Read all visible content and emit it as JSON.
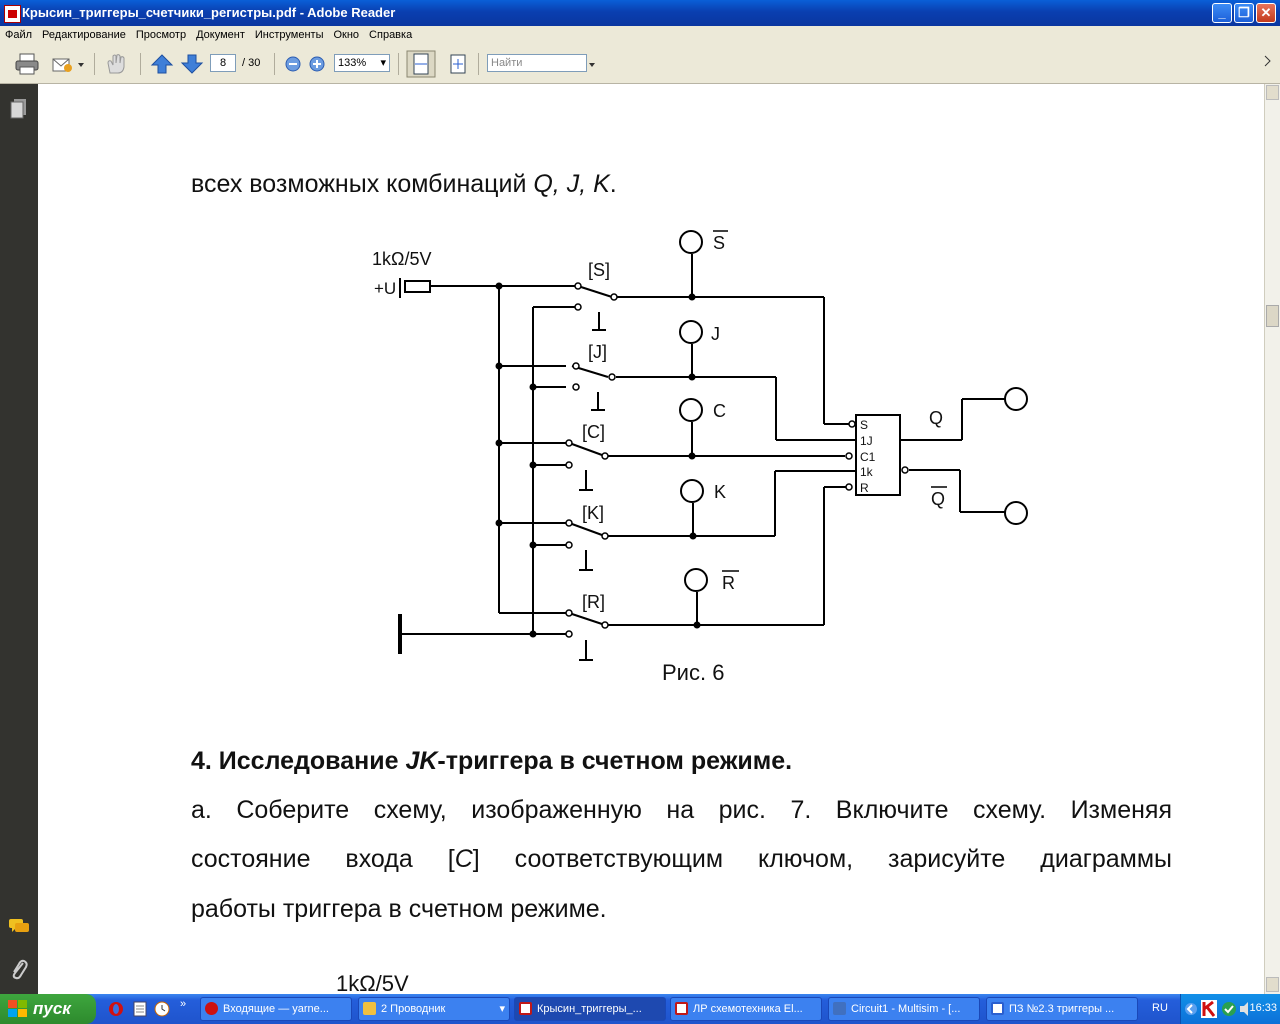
{
  "window": {
    "title": "Крысин_триггеры_счетчики_регистры.pdf - Adobe Reader",
    "minimize": "_",
    "restore": "❐",
    "close": "✕"
  },
  "menu": [
    "Файл",
    "Редактирование",
    "Просмотр",
    "Документ",
    "Инструменты",
    "Окно",
    "Справка"
  ],
  "toolbar": {
    "page_current": "8",
    "page_total": "/ 30",
    "zoom": "133%",
    "search_placeholder": "Найти"
  },
  "document": {
    "line1_text": "всех возможных комбинаций ",
    "line1_vars": "Q, J, K",
    "line1_end": ".",
    "figure": {
      "source": "1kΩ/5V",
      "source_label": "+U",
      "switches": [
        "[S]",
        "[J]",
        "[C]",
        "[K]",
        "[R]"
      ],
      "probes": [
        "S",
        "J",
        "C",
        "K",
        "R"
      ],
      "flipflop_pins": [
        "S",
        "1J",
        "C1",
        "1k",
        "R"
      ],
      "outputs": [
        "Q",
        "Q"
      ],
      "caption": "Рис. 6"
    },
    "section_num": "4. Исследование ",
    "section_jk": "JK",
    "section_rest": "-триггера в счетном режиме.",
    "para_a_line1": "а. Соберите схему, изображенную на рис. 7. Включите схему. Изменяя",
    "para_a_line2_pre": "состояние входа [",
    "para_a_line2_var": "C",
    "para_a_line2_post": "] соответствующим ключом, зарисуйте диаграммы",
    "para_a_line3": "работы триггера в счетном режиме.",
    "next_figure_label": "1kΩ/5V"
  },
  "taskbar": {
    "start": "пуск",
    "tasks": [
      {
        "label": "Входящие — yarne...",
        "color": "#cc1010"
      },
      {
        "label": "2 Проводник",
        "color": "#f0c040"
      },
      {
        "label": "Крысин_триггеры_...",
        "color": "#c01818"
      },
      {
        "label": "ЛР схемотехника El...",
        "color": "#c01818"
      },
      {
        "label": "Circuit1 - Multisim - [...",
        "color": "#4070c0"
      },
      {
        "label": "ПЗ №2.3 триггеры ...",
        "color": "#2a5fd0"
      }
    ],
    "lang": "RU",
    "clock": "16:33"
  }
}
